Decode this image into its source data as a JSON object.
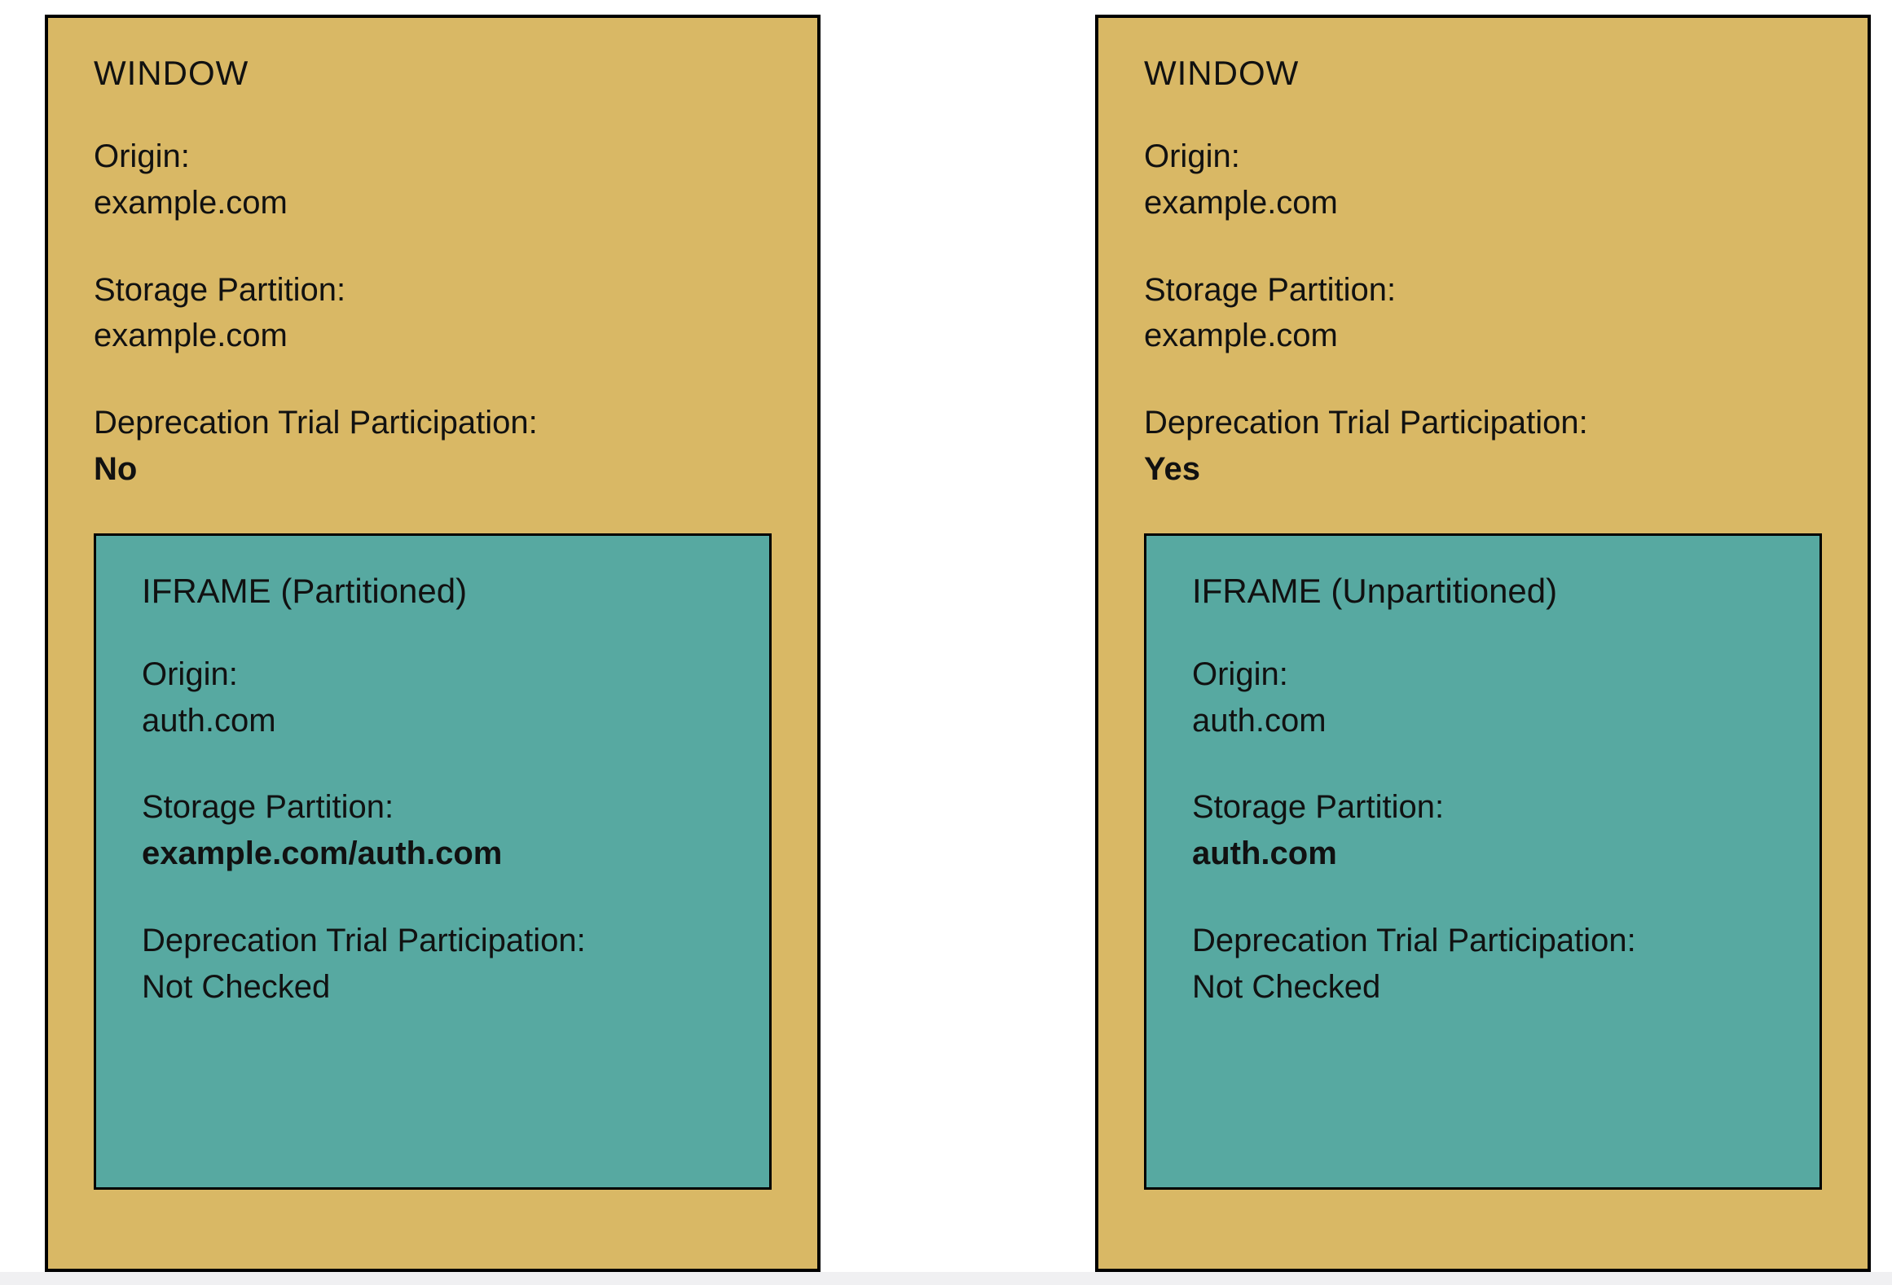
{
  "colors": {
    "window_bg": "#d9b865",
    "iframe_bg": "#57a9a1",
    "border": "#000000"
  },
  "panels": [
    {
      "window_title": "WINDOW",
      "origin_label": "Origin:",
      "origin_value": "example.com",
      "storage_label": "Storage Partition:",
      "storage_value": "example.com",
      "trial_label": "Deprecation Trial Participation:",
      "trial_value": "No",
      "iframe": {
        "title": "IFRAME (Partitioned)",
        "origin_label": "Origin:",
        "origin_value": "auth.com",
        "storage_label": "Storage Partition:",
        "storage_value": "example.com/auth.com",
        "trial_label": "Deprecation Trial Participation:",
        "trial_value": "Not Checked"
      }
    },
    {
      "window_title": "WINDOW",
      "origin_label": "Origin:",
      "origin_value": "example.com",
      "storage_label": "Storage Partition:",
      "storage_value": "example.com",
      "trial_label": "Deprecation Trial Participation:",
      "trial_value": "Yes",
      "iframe": {
        "title": "IFRAME (Unpartitioned)",
        "origin_label": "Origin:",
        "origin_value": "auth.com",
        "storage_label": "Storage Partition:",
        "storage_value": "auth.com",
        "trial_label": "Deprecation Trial Participation:",
        "trial_value": "Not Checked"
      }
    }
  ]
}
